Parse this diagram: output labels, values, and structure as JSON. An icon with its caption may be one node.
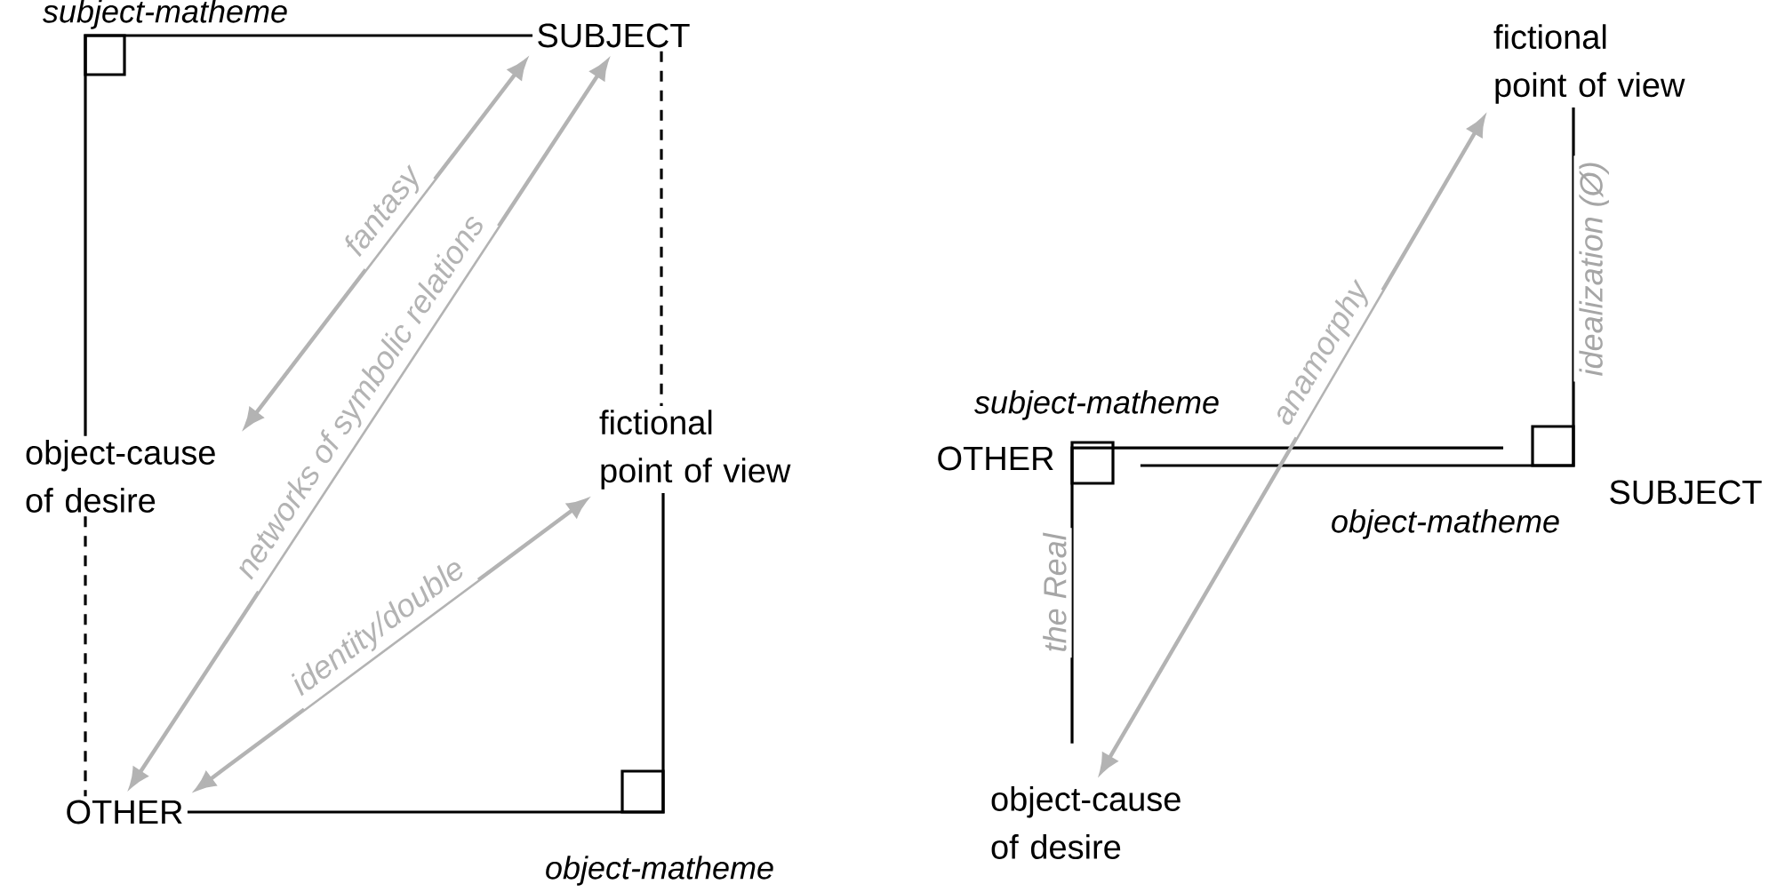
{
  "diagram": {
    "nodes": [
      {
        "text": [
          "SUBJECT"
        ]
      },
      {
        "text": [
          "object-cause of desire"
        ]
      },
      {
        "text": [
          "fictional point of view"
        ]
      },
      {
        "text": [
          "OTHER"
        ]
      },
      {
        "text": [
          "fictional point of view"
        ]
      },
      {
        "text": [
          "OTHER"
        ]
      },
      {
        "text": [
          "SUBJECT"
        ]
      },
      {
        "text": [
          "object-cause of desire"
        ]
      }
    ],
    "edges": [
      {
        "from": 0,
        "to": 1,
        "arrow": "none"
      },
      {
        "from": 0,
        "to": 2,
        "arrow": "none",
        "style": "dashed"
      },
      {
        "from": 1,
        "to": 3,
        "arrow": "none",
        "style": "dashed"
      },
      {
        "from": 2,
        "to": 3,
        "arrow": "none"
      },
      {
        "from": 0,
        "to": 1,
        "arrow": "both",
        "label": "fantasy",
        "color": "#b3b3b3"
      },
      {
        "from": 0,
        "to": 3,
        "arrow": "both",
        "label": "networks of symbolic relations",
        "color": "#b3b3b3"
      },
      {
        "from": 2,
        "to": 3,
        "arrow": "both",
        "label": "identity/double",
        "color": "#b3b3b3"
      },
      {
        "from": 4,
        "to": 5,
        "arrow": "none",
        "label": "idealization (Ø)"
      },
      {
        "from": 6,
        "to": 7,
        "arrow": "none",
        "label": "the Real"
      },
      {
        "from": 4,
        "to": 7,
        "arrow": "both",
        "label": "anamorphy",
        "color": "#b3b3b3"
      }
    ],
    "labels": [
      "subject-matheme",
      "object-matheme",
      "subject-matheme",
      "object-matheme"
    ]
  }
}
